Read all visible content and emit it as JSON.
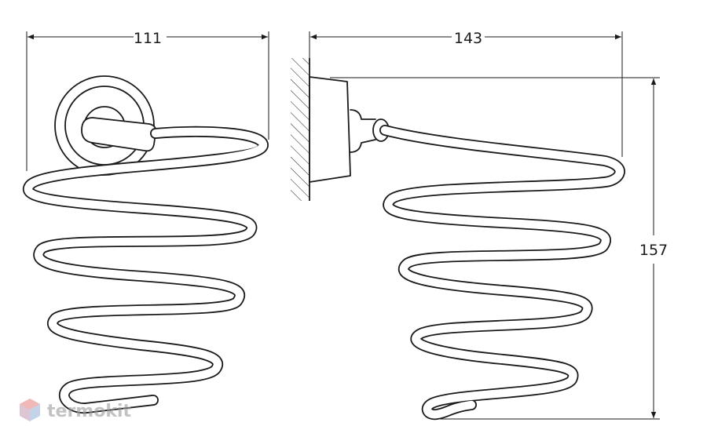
{
  "dimensions": {
    "front_width": "111",
    "side_depth": "143",
    "height": "157"
  },
  "watermark": {
    "brand": "termokit",
    "icon": "hexagon-logo-icon"
  },
  "colors": {
    "line": "#1a1a1a",
    "watermark_red": "#e88a8a",
    "watermark_blue": "#9fb7d9"
  }
}
